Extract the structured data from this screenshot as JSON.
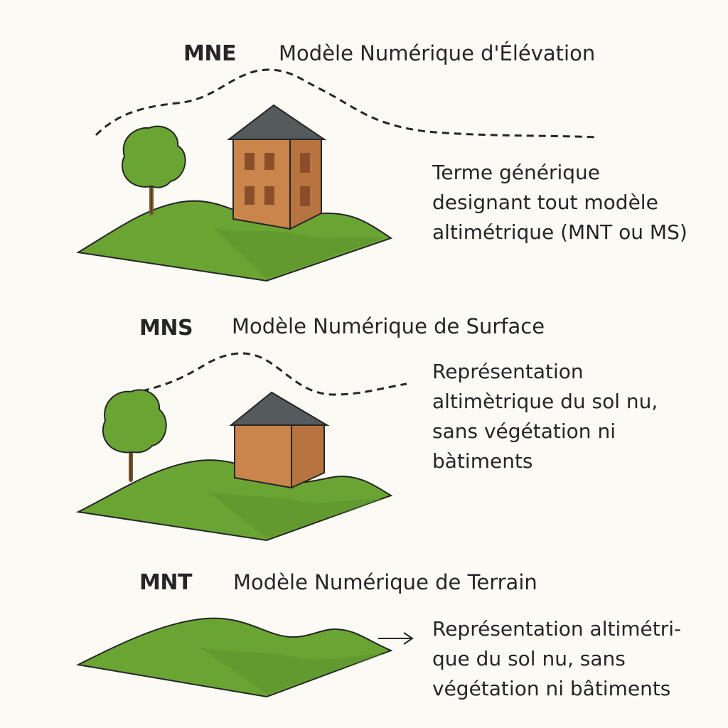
{
  "sections": [
    {
      "abbr": "MNE",
      "name": "Modèle Numérique d'Élévation",
      "description_lines": [
        "Terme générique",
        "designant tout  modèle",
        "altimétrique (MNT ou MS)"
      ]
    },
    {
      "abbr": "MNS",
      "name": "Modèle Numérique de Surface",
      "description_lines": [
        "Représentation",
        "altimètrique du sol nu,",
        "sans végétation ni",
        "bàtiments"
      ]
    },
    {
      "abbr": "MNT",
      "name": "Modèle Numérique de Terrain",
      "description_lines": [
        "Représentation altimétri-",
        "que du sol nu, sans",
        "végétation ni bâtiments"
      ]
    }
  ],
  "colors": {
    "ground": "#6aa534",
    "ground_shadow": "#5a9029",
    "tree_foliage": "#6aa534",
    "trunk": "#7a5a2c",
    "wall": "#c9854a",
    "window": "#8a4f2a",
    "roof": "#555a5c",
    "outline": "#262626"
  },
  "icons": [
    "tree-icon",
    "house-icon",
    "terrain-icon",
    "elevation-profile-line",
    "arrow-right-icon"
  ]
}
